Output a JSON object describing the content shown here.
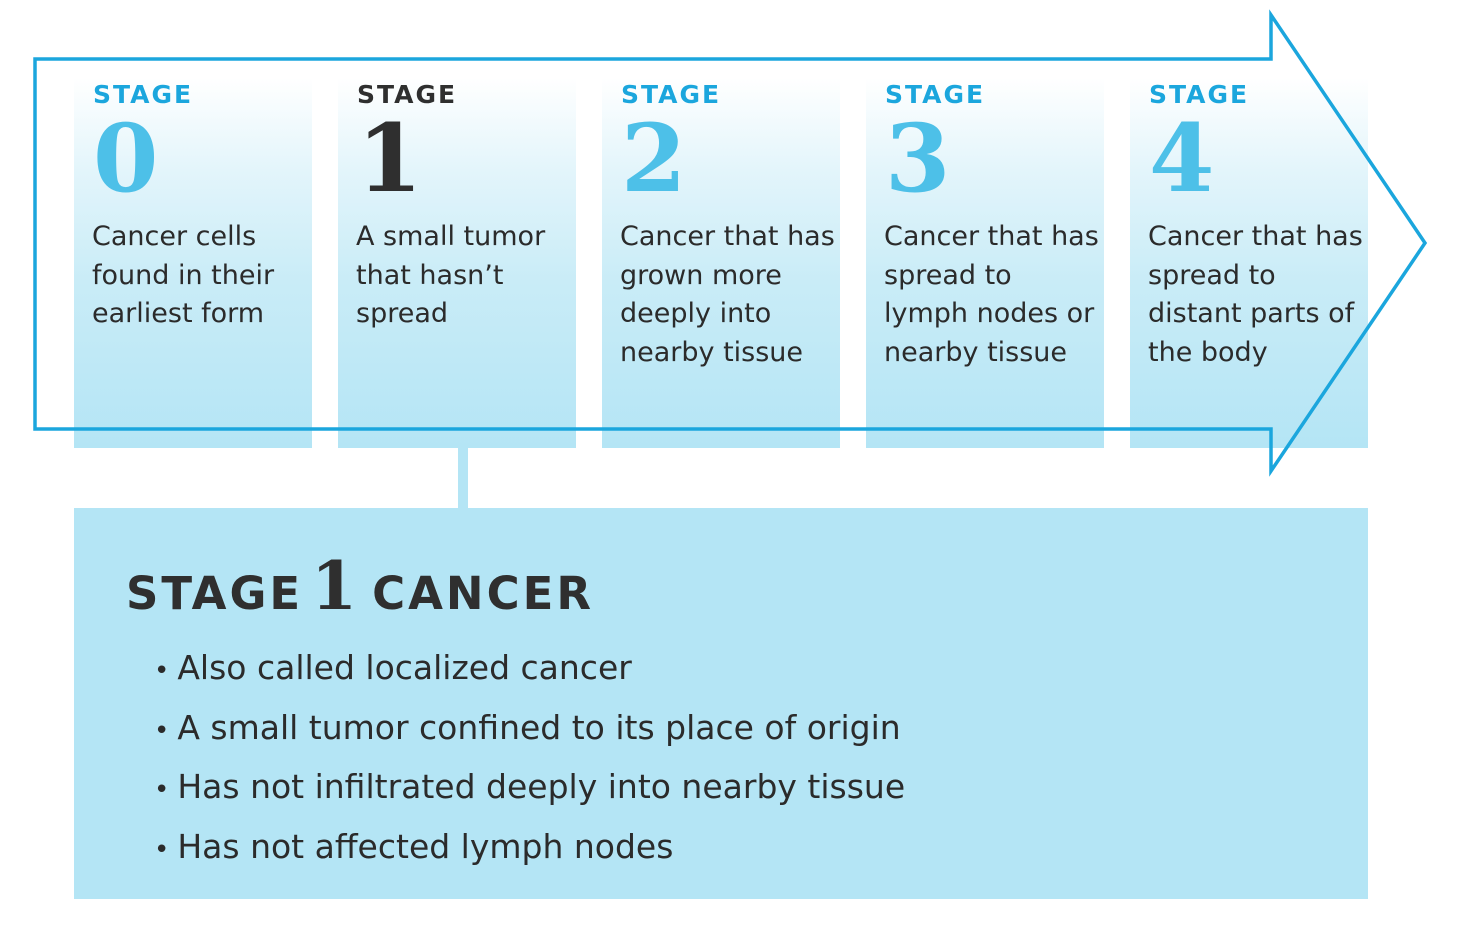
{
  "stages": [
    {
      "label": "STAGE",
      "number": "0",
      "description": "Cancer cells found in their earliest form",
      "color": "#1ba6dd"
    },
    {
      "label": "STAGE",
      "number": "1",
      "description": "A small tumor that hasn’t spread",
      "color": "#2f2f2f",
      "active": true
    },
    {
      "label": "STAGE",
      "number": "2",
      "description": "Cancer that has grown more deeply into nearby tissue",
      "color": "#1ba6dd"
    },
    {
      "label": "STAGE",
      "number": "3",
      "description": "Cancer that has spread to lymph nodes or nearby tissue",
      "color": "#1ba6dd"
    },
    {
      "label": "STAGE",
      "number": "4",
      "description": "Cancer that has spread to distant parts of the body",
      "color": "#1ba6dd"
    }
  ],
  "detail": {
    "title_prefix": "STAGE",
    "title_number": "1",
    "title_suffix": "CANCER",
    "bullets": [
      "Also called localized cancer",
      "A small tumor confined to its place of origin",
      "Has not infiltrated deeply into nearby tissue",
      "Has not affected lymph nodes"
    ]
  },
  "colors": {
    "arrow_outline": "#1ba6dd",
    "card_fill": "#b4e5f5",
    "text_dark": "#2b2b2b"
  }
}
